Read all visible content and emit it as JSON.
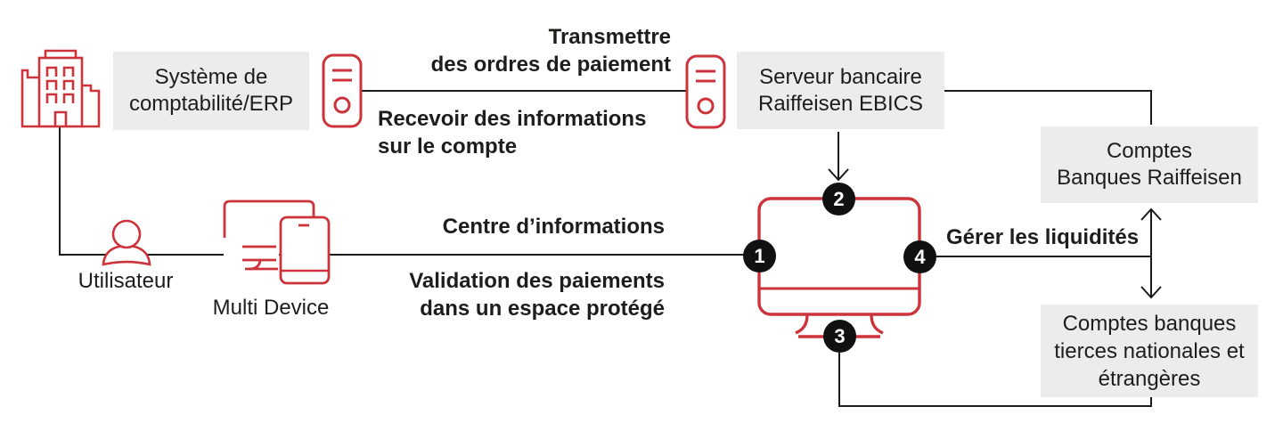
{
  "diagram_title": "Raiffeisen EBICS payment flow diagram",
  "colors": {
    "accent_red": "#cd333b",
    "line_black": "#1a1a1a",
    "box_background": "#ececec",
    "step_circle_background": "#111111",
    "step_circle_text": "#ffffff",
    "text": "#1d1d1b"
  },
  "boxes": {
    "erp": "Système de\ncomptabilité/ERP",
    "ebics_server": "Serveur bancaire\nRaiffeisen EBICS",
    "raiffeisen_accounts": "Comptes\nBanques Raiffeisen",
    "third_party_accounts": "Comptes banques\ntierces nationales et\nétrangères"
  },
  "flow_labels": {
    "transmit_orders": "Transmettre\ndes ordres de paiement",
    "receive_account_info": "Recevoir des informations\nsur le compte",
    "information_center": "Centre d’informations",
    "payment_validation": "Validation des paiements\ndans un espace protégé",
    "manage_liquidity": "Gérer les liquidités"
  },
  "icon_labels": {
    "user": "Utilisateur",
    "multi_device": "Multi Device"
  },
  "icons": [
    "building-icon",
    "server-icon",
    "server-icon",
    "user-icon",
    "multi-device-icon",
    "monitor-icon"
  ],
  "steps": [
    "1",
    "2",
    "3",
    "4"
  ]
}
